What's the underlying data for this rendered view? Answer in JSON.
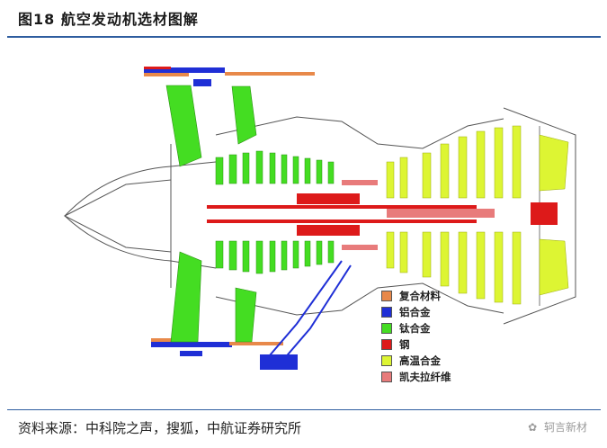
{
  "figure": {
    "title": "图18  航空发动机选材图解"
  },
  "legend": [
    {
      "label": "复合材料",
      "color": "#e8894a"
    },
    {
      "label": "铝合金",
      "color": "#1f2fd6"
    },
    {
      "label": "钛合金",
      "color": "#44dd22"
    },
    {
      "label": "钢",
      "color": "#dd1a1a"
    },
    {
      "label": "高温合金",
      "color": "#ddf533"
    },
    {
      "label": "凯夫拉纤维",
      "color": "#e87b7b"
    }
  ],
  "footer": {
    "source": "资料来源：中科院之声，搜狐，中航证券研究所",
    "watermark": "轲言新材"
  }
}
